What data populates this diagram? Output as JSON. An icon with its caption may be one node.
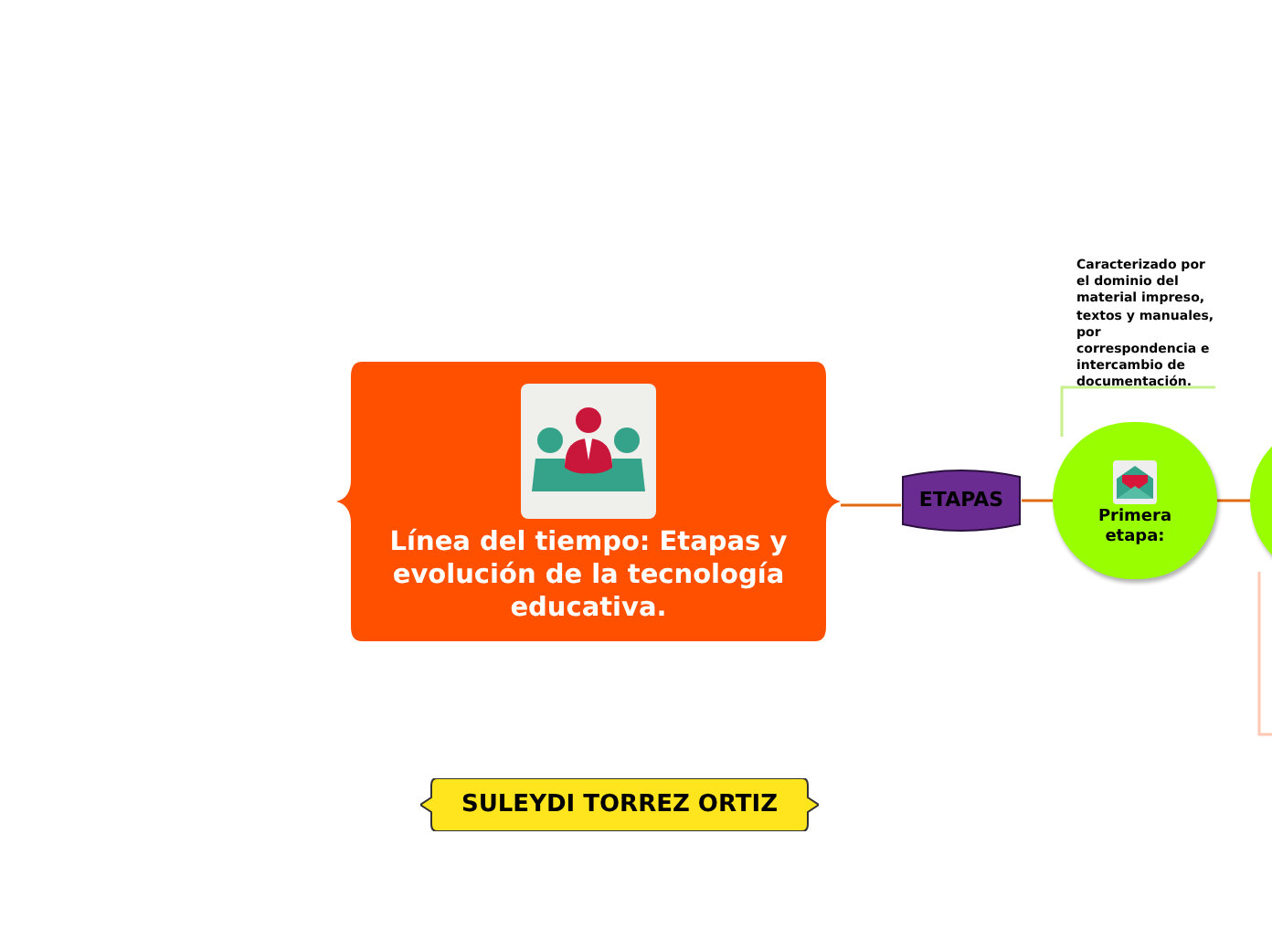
{
  "diagram": {
    "nodes": [
      {
        "text": [
          "Línea del tiempo: Etapas y evolución de la tecnología educativa."
        ]
      },
      {
        "text": [
          "ETAPAS"
        ]
      },
      {
        "text": [
          "Primera etapa:"
        ]
      },
      {
        "text": [],
        "shape": "circle"
      },
      {
        "text": [
          "Caracterizado por el dominio del material impreso, textos y manuales, por correspondencia e intercambio de documentación."
        ]
      },
      {
        "text": [
          "SULEYDI TORREZ ORTIZ"
        ]
      }
    ],
    "edges": [
      {
        "from": 0,
        "to": 1,
        "arrow": "none"
      },
      {
        "from": 1,
        "to": 2,
        "arrow": "none"
      },
      {
        "from": 2,
        "to": 3,
        "arrow": "none"
      },
      {
        "from": 4,
        "to": 2,
        "arrow": "none",
        "color": "#c8f08c"
      },
      {
        "from": 3,
        "to": null,
        "arrow": "none",
        "color": "#ffc8b4"
      }
    ]
  }
}
